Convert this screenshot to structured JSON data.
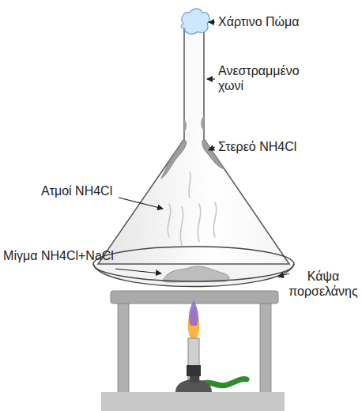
{
  "diagram": {
    "labels": [
      "Χάρτινο Πώμα",
      "Ανεστραμμένο χωνί",
      "Στερεό NH4Cl",
      "Ατμοί NH4Cl",
      "Μίγμα NH4Cl+NaCl",
      "Κάψα πορσελάνης"
    ]
  }
}
